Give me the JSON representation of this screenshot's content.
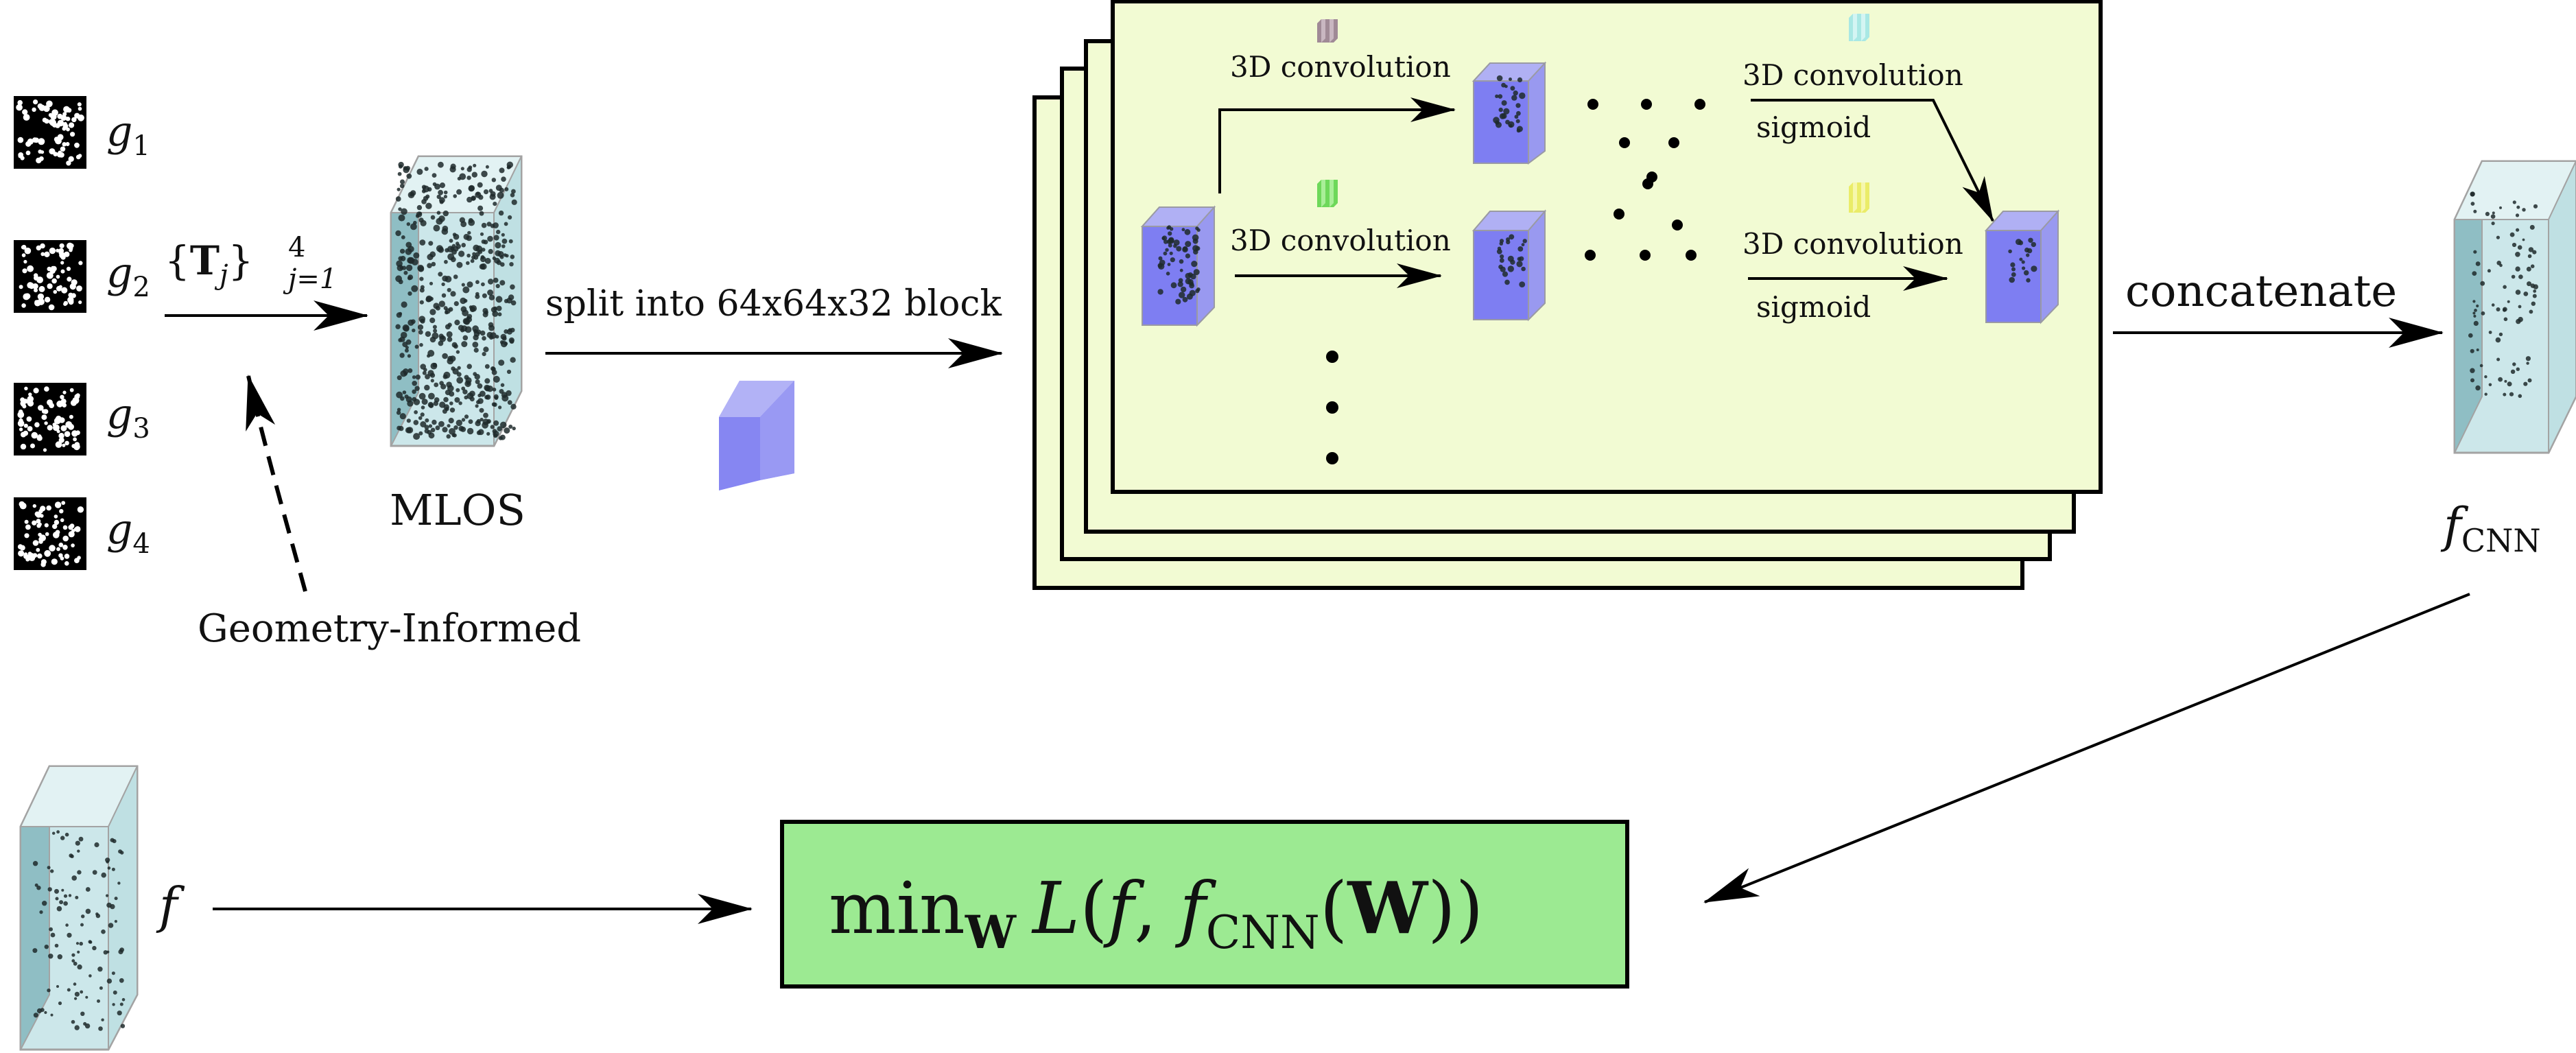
{
  "inputs": {
    "projections": [
      {
        "var": "g",
        "sub": "1"
      },
      {
        "var": "g",
        "sub": "2"
      },
      {
        "var": "g",
        "sub": "3"
      },
      {
        "var": "g",
        "sub": "4"
      }
    ],
    "transform": {
      "brace_open": "{",
      "symbol": "T",
      "index": "j",
      "brace_close": "}",
      "sup": "4",
      "sub": "j=1"
    },
    "geometry_label": "Geometry-Informed"
  },
  "mlos": {
    "label": "MLOS"
  },
  "split": {
    "label": "split into 64x64x32 block"
  },
  "network": {
    "conv_labels": [
      "3D convolution",
      "3D convolution",
      "3D convolution",
      "3D convolution"
    ],
    "sigmoid_labels": [
      "sigmoid",
      "sigmoid"
    ]
  },
  "concatenate": {
    "label": "concatenate"
  },
  "output": {
    "var": "f",
    "sub": "CNN"
  },
  "ground_truth": {
    "var": "f"
  },
  "loss": {
    "min": "min",
    "min_sub": "W",
    "func": "L",
    "open": "(",
    "arg1": "f",
    "comma": ", ",
    "arg2": "f",
    "arg2_sub": "CNN",
    "inner_open": "(",
    "weights": "W",
    "close": "))"
  },
  "colors": {
    "panel_fill": "#f2fbd3",
    "volume_fill": "#b4dde0",
    "block_fill": "#7b7bf0",
    "loss_fill": "#9cea92",
    "kernel_colors": [
      "#a08a96",
      "#86e06e",
      "#b8ecea",
      "#eef07a"
    ]
  },
  "icons": {
    "projection": "noise-square-icon",
    "volume": "volume-prism-icon",
    "block": "block-prism-icon",
    "kernel": "kernel-cube-icon"
  }
}
